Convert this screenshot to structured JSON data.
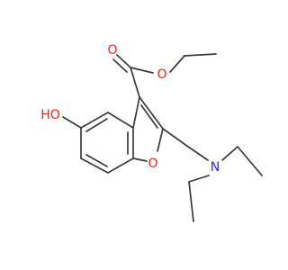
{
  "molecule": {
    "atoms": {
      "carbonyl_oxygen": {
        "symbol": "O",
        "color": "#e8251c"
      },
      "ester_oxygen": {
        "symbol": "O",
        "color": "#e8251c"
      },
      "hydroxyl": {
        "symbol": "HO",
        "color": "#e8251c"
      },
      "furan_oxygen": {
        "symbol": "O",
        "color": "#e8251c"
      },
      "amine_nitrogen": {
        "symbol": "N",
        "color": "#2b2bd9"
      }
    },
    "bond_color": "#3a3a3a"
  }
}
